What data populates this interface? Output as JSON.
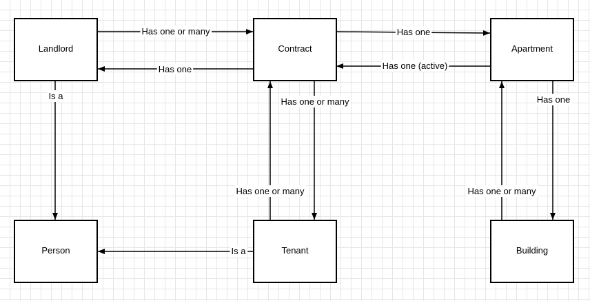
{
  "nodes": {
    "landlord": "Landlord",
    "contract": "Contract",
    "apartment": "Apartment",
    "person": "Person",
    "tenant": "Tenant",
    "building": "Building"
  },
  "edges": {
    "landlord_contract": "Has one or many",
    "contract_landlord": "Has one",
    "contract_apartment": "Has one",
    "apartment_contract": "Has one (active)",
    "landlord_person": "Is a",
    "contract_tenant": "Has one or many",
    "tenant_contract": "Has one or many",
    "tenant_person": "Is a",
    "apartment_building": "Has one",
    "building_apartment": "Has one or many"
  }
}
